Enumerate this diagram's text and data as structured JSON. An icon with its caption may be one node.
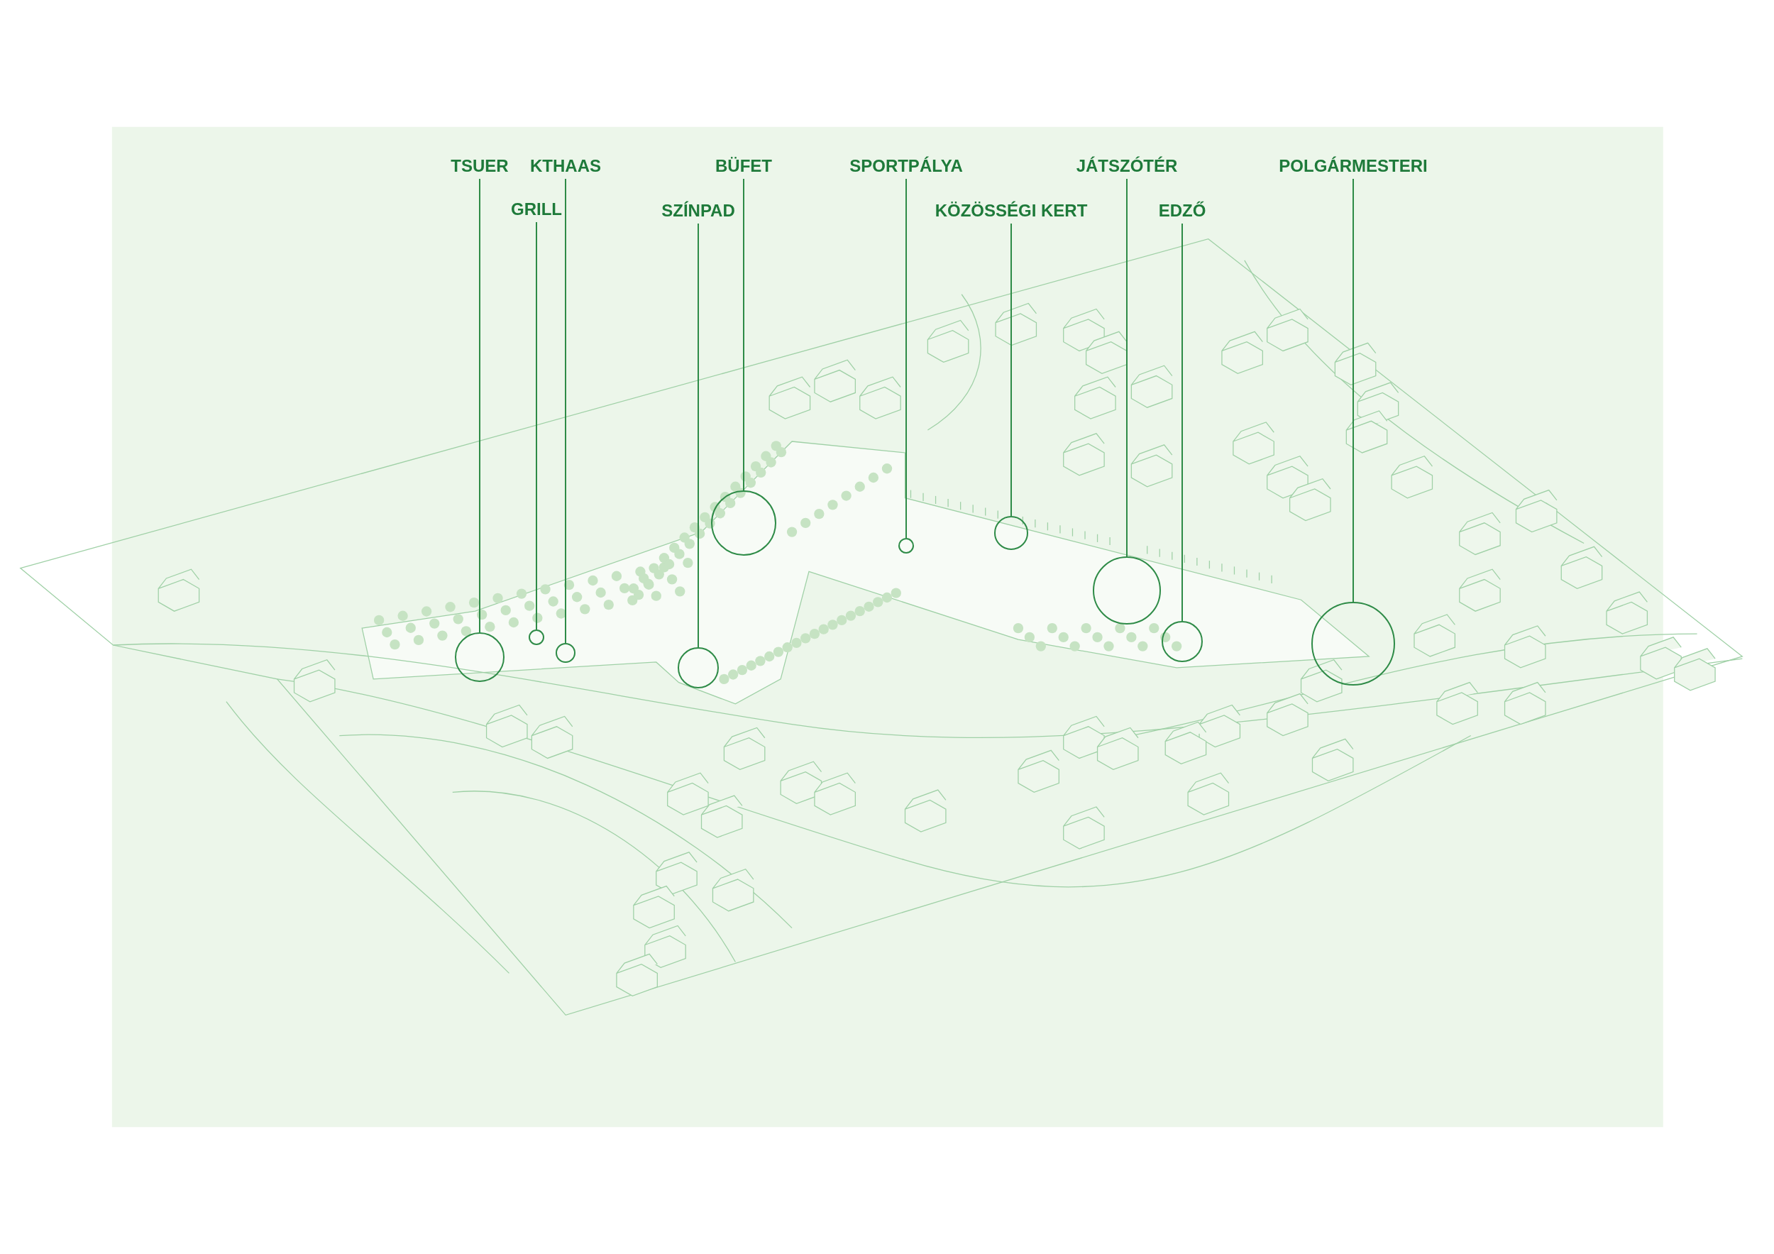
{
  "diagram": {
    "nodes": [
      {
        "text": [
          "TSUER"
        ]
      },
      {
        "text": [
          "KTHAAS"
        ]
      },
      {
        "text": [
          "BÜFET"
        ]
      },
      {
        "text": [
          "SPORTPÁLYA"
        ]
      },
      {
        "text": [
          "JÁTSZÓTÉR"
        ]
      },
      {
        "text": [
          "POLGÁRMESTERI"
        ]
      },
      {
        "text": [
          "GRILL"
        ]
      },
      {
        "text": [
          "SZÍNPAD"
        ]
      },
      {
        "text": [
          "KÖZÖSSÉGI KERT"
        ]
      },
      {
        "text": [
          "EDZŐ"
        ]
      },
      {
        "text": [],
        "shape": "circle"
      },
      {
        "text": [],
        "shape": "circle"
      },
      {
        "text": [],
        "shape": "circle"
      },
      {
        "text": [],
        "shape": "circle"
      },
      {
        "text": [],
        "shape": "circle"
      },
      {
        "text": [],
        "shape": "circle"
      },
      {
        "text": [],
        "shape": "circle"
      },
      {
        "text": [],
        "shape": "circle"
      },
      {
        "text": [],
        "shape": "circle"
      },
      {
        "text": [],
        "shape": "circle"
      }
    ],
    "edges": [
      {
        "from": 0,
        "to": 10,
        "arrow": "none"
      },
      {
        "from": 1,
        "to": 12,
        "arrow": "none"
      },
      {
        "from": 2,
        "to": 14,
        "arrow": "none"
      },
      {
        "from": 3,
        "to": 15,
        "arrow": "none"
      },
      {
        "from": 4,
        "to": 17,
        "arrow": "none"
      },
      {
        "from": 5,
        "to": 19,
        "arrow": "none"
      },
      {
        "from": 6,
        "to": 11,
        "arrow": "none"
      },
      {
        "from": 7,
        "to": 13,
        "arrow": "none"
      },
      {
        "from": 8,
        "to": 16,
        "arrow": "none"
      },
      {
        "from": 9,
        "to": 18,
        "arrow": "none"
      }
    ]
  }
}
